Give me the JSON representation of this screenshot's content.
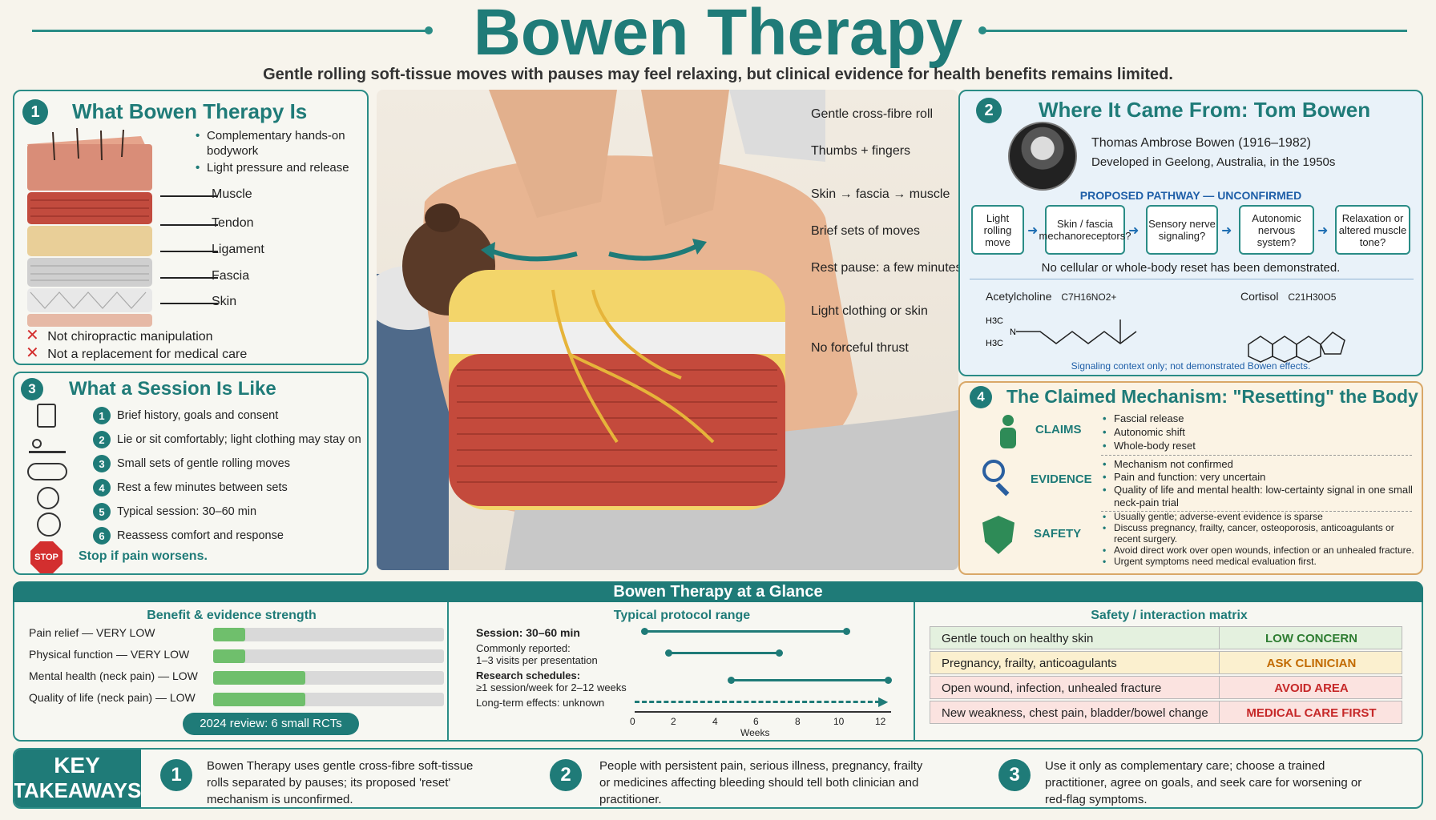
{
  "title": "Bowen Therapy",
  "subtitle": "Gentle rolling soft-tissue moves with pauses may feel relaxing, but clinical evidence for health benefits remains limited.",
  "sec1": {
    "num": "1",
    "title": "What Bowen Therapy Is",
    "bullets": [
      "Complementary hands-on bodywork",
      "Light pressure and release"
    ],
    "layers": [
      "Muscle",
      "Tendon",
      "Ligament",
      "Fascia",
      "Skin"
    ],
    "nots": [
      "Not chiropractic manipulation",
      "Not a replacement for medical care"
    ]
  },
  "sec2": {
    "num": "2",
    "title": "Where It Came From: Tom Bowen",
    "name": "Thomas Ambrose Bowen (1916–1982)",
    "origin": "Developed in Geelong, Australia, in the 1950s",
    "pathway_title": "PROPOSED PATHWAY — UNCONFIRMED",
    "pathway": [
      "Light rolling move",
      "Skin / fascia mechanoreceptors?",
      "Sensory nerve signaling?",
      "Autonomic nervous system?",
      "Relaxation or altered muscle tone?"
    ],
    "no_reset": "No cellular or whole-body reset has been demonstrated.",
    "mol1": "Acetylcholine",
    "mol1_formula": "C7H16NO2+",
    "mol2": "Cortisol",
    "mol2_formula": "C21H30O5",
    "context": "Signaling context only; not demonstrated Bowen effects."
  },
  "sec3": {
    "num": "3",
    "title": "What a Session Is Like",
    "steps": [
      {
        "n": "1",
        "text": "Brief history, goals and consent"
      },
      {
        "n": "2",
        "text": "Lie or sit comfortably; light clothing may stay on"
      },
      {
        "n": "3",
        "text": "Small sets of gentle rolling moves"
      },
      {
        "n": "4",
        "text": "Rest a few minutes between sets"
      },
      {
        "n": "5",
        "text": "Typical session: 30–60 min"
      },
      {
        "n": "6",
        "text": "Reassess comfort and response"
      }
    ],
    "stop_icon": "STOP",
    "stop_text": "Stop if pain worsens."
  },
  "sec4": {
    "num": "4",
    "title": "The Claimed Mechanism: \"Resetting\" the Body",
    "claims_label": "CLAIMS",
    "claims": [
      "Fascial release",
      "Autonomic shift",
      "Whole-body reset"
    ],
    "evidence_label": "EVIDENCE",
    "evidence": [
      "Mechanism not confirmed",
      "Pain and function: very uncertain",
      "Quality of life and mental health: low-certainty signal in one small neck-pain trial"
    ],
    "safety_label": "SAFETY",
    "safety": [
      "Usually gentle; adverse-event evidence is sparse",
      "Discuss pregnancy, frailty, cancer, osteoporosis, anticoagulants or recent surgery.",
      "Avoid direct work over open wounds, infection or an unhealed fracture.",
      "Urgent symptoms need medical evaluation first."
    ]
  },
  "illustration_labels": [
    "Gentle cross-fibre roll",
    "Thumbs + fingers",
    "Skin → fascia → muscle",
    "Brief sets of moves",
    "Rest pause: a few minutes",
    "Light clothing or skin",
    "No forceful thrust"
  ],
  "glance": {
    "title": "Bowen Therapy at a Glance",
    "benefit_title": "Benefit & evidence strength",
    "benefits": [
      {
        "label": "Pain relief — VERY LOW",
        "level": 0.14
      },
      {
        "label": "Physical function — VERY LOW",
        "level": 0.14
      },
      {
        "label": "Mental health (neck pain) — LOW",
        "level": 0.4
      },
      {
        "label": "Quality of life (neck pain) — LOW",
        "level": 0.4
      }
    ],
    "review_badge": "2024 review: 6 small RCTs",
    "protocol_title": "Typical protocol range",
    "protocol": [
      {
        "label": "Session: 30–60 min",
        "sub": ""
      },
      {
        "label": "Commonly reported:",
        "sub": "1–3 visits per presentation"
      },
      {
        "label": "Research schedules:",
        "sub": "≥1 session/week for 2–12 weeks"
      },
      {
        "label": "Long-term effects: unknown",
        "sub": ""
      }
    ],
    "axis_ticks": [
      "0",
      "2",
      "4",
      "6",
      "8",
      "10",
      "12"
    ],
    "axis_label": "Weeks",
    "safety_title": "Safety / interaction matrix",
    "matrix": [
      {
        "situation": "Gentle touch on healthy skin",
        "rating": "LOW CONCERN",
        "bg": "#e4f1df",
        "color": "#2e7d32"
      },
      {
        "situation": "Pregnancy, frailty, anticoagulants",
        "rating": "ASK CLINICIAN",
        "bg": "#fbf0cf",
        "color": "#c26a00"
      },
      {
        "situation": "Open wound, infection, unhealed fracture",
        "rating": "AVOID AREA",
        "bg": "#fbe3e0",
        "color": "#c62828"
      },
      {
        "situation": "New weakness, chest pain, bladder/bowel change",
        "rating": "MEDICAL CARE FIRST",
        "bg": "#fbe3e0",
        "color": "#c62828"
      }
    ]
  },
  "takeaways": {
    "title_line1": "KEY",
    "title_line2": "TAKEAWAYS",
    "items": [
      {
        "n": "1",
        "text": "Bowen Therapy uses gentle cross-fibre soft-tissue rolls separated by pauses; its proposed 'reset' mechanism is unconfirmed."
      },
      {
        "n": "2",
        "text": "People with persistent pain, serious illness, pregnancy, frailty or medicines affecting bleeding should tell both clinician and practitioner."
      },
      {
        "n": "3",
        "text": "Use it only as complementary care; choose a trained practitioner, agree on goals, and seek care for worsening or red-flag symptoms."
      }
    ]
  }
}
